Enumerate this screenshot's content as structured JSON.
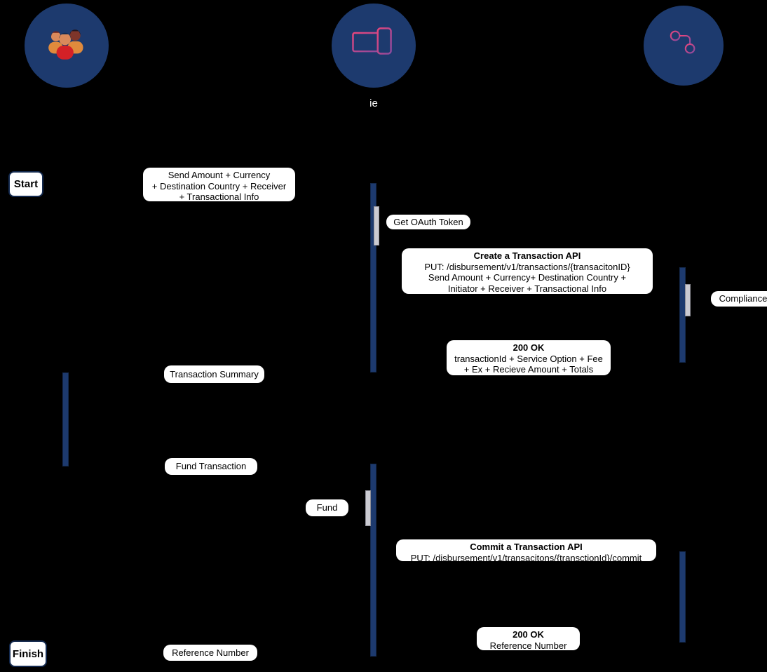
{
  "colors": {
    "background": "#000000",
    "navy": "#1d3a6e",
    "label_bg": "#ffffff",
    "activation_grey": "#cbcbd2",
    "accent_pink": "#e8467c",
    "accent_purple": "#8a4a9e",
    "icon_red": "#d42127",
    "icon_orange": "#e08a3c",
    "icon_tan": "#d9895b"
  },
  "actors": [
    {
      "id": "customer",
      "label": ""
    },
    {
      "id": "client-application",
      "label": "ie"
    },
    {
      "id": "api-platform",
      "label": ""
    }
  ],
  "terminals": {
    "start": "Start",
    "finish": "Finish"
  },
  "messages": [
    {
      "lines": [
        "Send Amount + Currency",
        "+ Destination Country + Receiver",
        "+ Transactional Info"
      ]
    },
    {
      "lines": [
        "Get OAuth Token"
      ]
    },
    {
      "title": "Create a Transaction API",
      "lines": [
        "PUT: /disbursement/v1/transactions/{transacitonID}",
        "Send Amount + Currency+ Destination Country +",
        "Initiator + Receiver + Transactional Info"
      ]
    },
    {
      "lines": [
        "Compliance"
      ]
    },
    {
      "title": "200 OK",
      "lines": [
        "transactionId + Service Option + Fee",
        "+ Ex + Recieve Amount + Totals"
      ]
    },
    {
      "lines": [
        "Transaction Summary"
      ]
    },
    {
      "lines": [
        "Fund Transaction"
      ]
    },
    {
      "lines": [
        "Fund"
      ]
    },
    {
      "title": "Commit a Transaction API",
      "lines": [
        "PUT: /disbursement/v1/transacitons/{transctionId}/commit"
      ]
    },
    {
      "title": "200 OK",
      "lines": [
        "Reference Number"
      ]
    },
    {
      "lines": [
        "Reference Number"
      ]
    }
  ]
}
